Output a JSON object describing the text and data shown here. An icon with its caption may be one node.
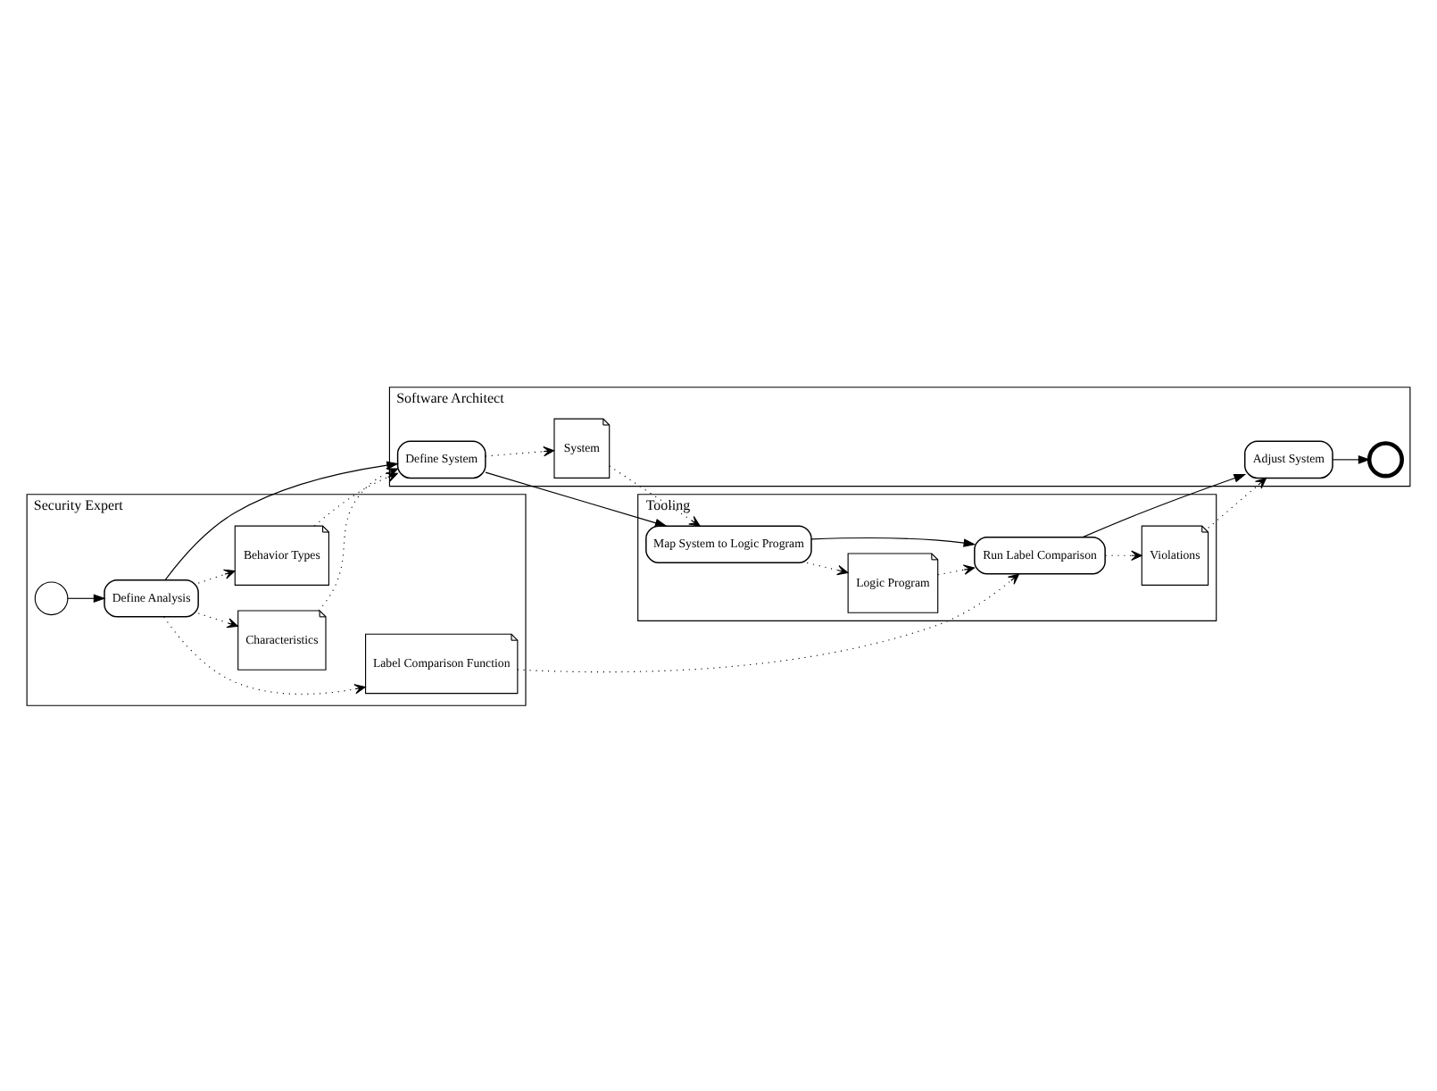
{
  "diagram": {
    "nodes": [
      {
        "text": [
          "Security Expert"
        ]
      },
      {
        "text": [],
        "shape": "circle",
        "in": 0
      },
      {
        "text": [
          "Define Analysis"
        ],
        "in": 0
      },
      {
        "text": [
          "Characteristics"
        ],
        "in": 0
      },
      {
        "text": [
          "Behavior Types"
        ],
        "in": 0
      },
      {
        "text": [
          "Label Comparison Function"
        ],
        "in": 0
      },
      {
        "text": [
          "Software Architect"
        ]
      },
      {
        "text": [
          "Define System"
        ],
        "in": 6
      },
      {
        "text": [
          "System"
        ],
        "in": 6
      },
      {
        "text": [
          "Adjust System"
        ],
        "in": 6
      },
      {
        "text": [],
        "shape": "circle",
        "in": 6
      },
      {
        "text": [
          "Tooling"
        ]
      },
      {
        "text": [
          "Map System to Logic Program"
        ],
        "in": 11
      },
      {
        "text": [
          "Logic Program"
        ],
        "in": 11
      },
      {
        "text": [
          "Run Label Comparison"
        ],
        "in": 11
      },
      {
        "text": [
          "Violations"
        ],
        "in": 11
      }
    ],
    "edges": [
      {
        "from": 1,
        "to": 2,
        "arrow": "to"
      },
      {
        "from": 2,
        "to": 3,
        "arrow": "to",
        "style": "dashed"
      },
      {
        "from": 2,
        "to": 4,
        "arrow": "to",
        "style": "dashed"
      },
      {
        "from": 2,
        "to": 5,
        "arrow": "to",
        "style": "dashed"
      },
      {
        "from": 2,
        "to": 7,
        "arrow": "to"
      },
      {
        "from": 3,
        "to": 7,
        "arrow": "to",
        "style": "dashed"
      },
      {
        "from": 4,
        "to": 7,
        "arrow": "to",
        "style": "dashed"
      },
      {
        "from": 7,
        "to": 8,
        "arrow": "to",
        "style": "dashed"
      },
      {
        "from": 7,
        "to": 12,
        "arrow": "to"
      },
      {
        "from": 8,
        "to": 12,
        "arrow": "to",
        "style": "dashed"
      },
      {
        "from": 5,
        "to": 14,
        "arrow": "to",
        "style": "dashed"
      },
      {
        "from": 12,
        "to": 13,
        "arrow": "to",
        "style": "dashed"
      },
      {
        "from": 12,
        "to": 14,
        "arrow": "to"
      },
      {
        "from": 13,
        "to": 14,
        "arrow": "to",
        "style": "dashed"
      },
      {
        "from": 14,
        "to": 15,
        "arrow": "to",
        "style": "dashed"
      },
      {
        "from": 14,
        "to": 9,
        "arrow": "to"
      },
      {
        "from": 15,
        "to": 9,
        "arrow": "to",
        "style": "dashed"
      },
      {
        "from": 9,
        "to": 10,
        "arrow": "to"
      }
    ]
  }
}
